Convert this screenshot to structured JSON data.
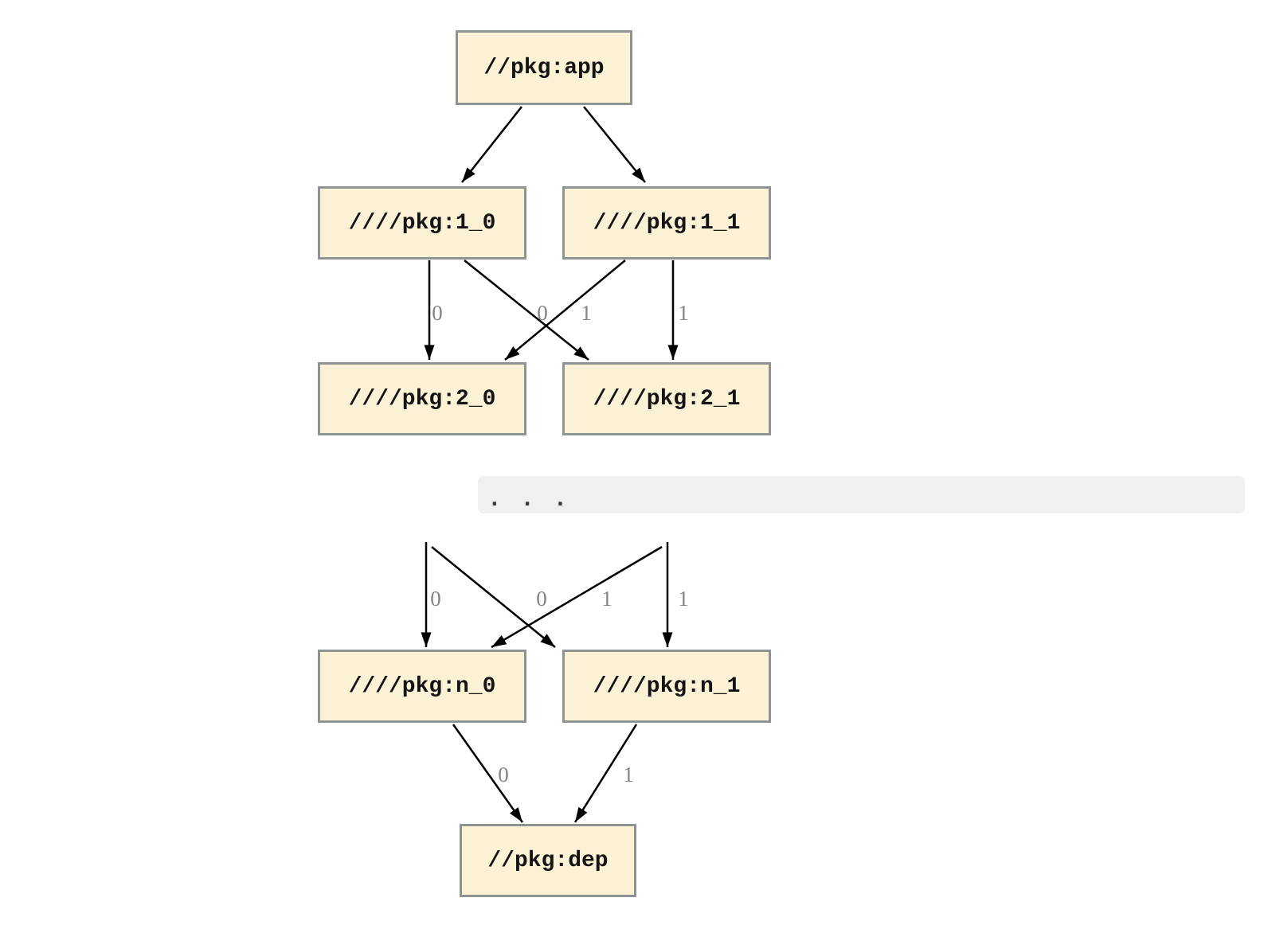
{
  "diagram_type": "package-dependency-graph",
  "colors": {
    "node_fill": "#FBF2D5",
    "node_border": "#8E9393",
    "edge_color": "#000000",
    "edge_label_color": "#848484",
    "ellipsis_band_bg": "#F0F0F0",
    "background": "#FFFFFF"
  },
  "nodes": {
    "app": "//pkg:app",
    "l1_0": "////pkg:1_0",
    "l1_1": "////pkg:1_1",
    "l2_0": "////pkg:2_0",
    "l2_1": "////pkg:2_1",
    "ln_0": "////pkg:n_0",
    "ln_1": "////pkg:n_1",
    "dep": "//pkg:dep"
  },
  "ellipsis": ". . .",
  "edges": [
    {
      "from": "//pkg:app",
      "to": "////pkg:1_0",
      "label": ""
    },
    {
      "from": "//pkg:app",
      "to": "////pkg:1_1",
      "label": ""
    },
    {
      "from": "////pkg:1_0",
      "to": "////pkg:2_0",
      "label": "0"
    },
    {
      "from": "////pkg:1_0",
      "to": "////pkg:2_1",
      "label": "1"
    },
    {
      "from": "////pkg:1_1",
      "to": "////pkg:2_0",
      "label": "0"
    },
    {
      "from": "////pkg:1_1",
      "to": "////pkg:2_1",
      "label": "1"
    },
    {
      "from": "...",
      "to": "////pkg:n_0",
      "label": "0"
    },
    {
      "from": "...",
      "to": "////pkg:n_1",
      "label": "1"
    },
    {
      "from": "...",
      "to": "////pkg:n_0",
      "label": "0"
    },
    {
      "from": "...",
      "to": "////pkg:n_1",
      "label": "1"
    },
    {
      "from": "////pkg:n_0",
      "to": "//pkg:dep",
      "label": "0"
    },
    {
      "from": "////pkg:n_1",
      "to": "//pkg:dep",
      "label": "1"
    }
  ]
}
